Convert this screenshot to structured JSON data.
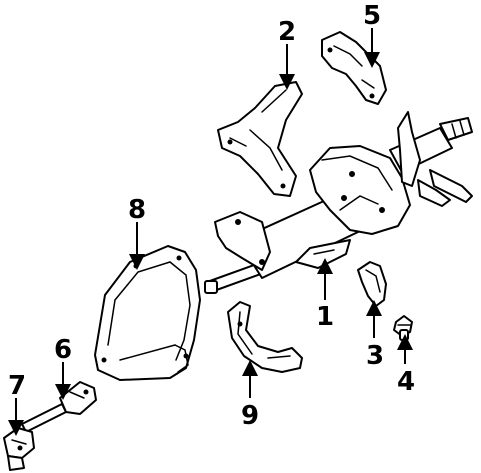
{
  "diagram": {
    "callouts": [
      {
        "id": "c1",
        "label": "1"
      },
      {
        "id": "c2",
        "label": "2"
      },
      {
        "id": "c3",
        "label": "3"
      },
      {
        "id": "c4",
        "label": "4"
      },
      {
        "id": "c5",
        "label": "5"
      },
      {
        "id": "c6",
        "label": "6"
      },
      {
        "id": "c7",
        "label": "7"
      },
      {
        "id": "c8",
        "label": "8"
      },
      {
        "id": "c9",
        "label": "9"
      }
    ]
  }
}
